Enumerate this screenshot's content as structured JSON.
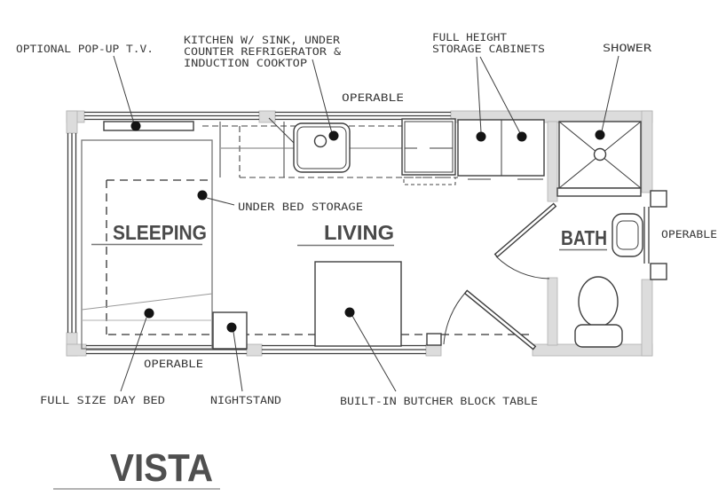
{
  "title": {
    "text": "VISTA"
  },
  "rooms": {
    "sleeping": "SLEEPING",
    "living": "LIVING",
    "bath": "BATH"
  },
  "annotations": {
    "tv": "OPTIONAL POP-UP T.V.",
    "kitchen_line1": "KITCHEN W/ SINK, UNDER",
    "kitchen_line2": "COUNTER REFRIGERATOR &",
    "kitchen_line3": "INDUCTION COOKTOP",
    "operable_top": "OPERABLE",
    "storage_line1": "FULL HEIGHT",
    "storage_line2": "STORAGE CABINETS",
    "shower": "SHOWER",
    "under_bed": "UNDER BED STORAGE",
    "operable_right": "OPERABLE",
    "operable_bottom": "OPERABLE",
    "day_bed": "FULL SIZE DAY BED",
    "nightstand": "NIGHTSTAND",
    "table": "BUILT-IN BUTCHER BLOCK TABLE"
  },
  "colors": {
    "wall_fill": "#dcdcdc",
    "wall_edge": "#b0b0b0",
    "line": "#3f3f3f",
    "annotation_text": "#3a3a3a",
    "room_label": "#4a4a4a",
    "title_text": "#4f4f4f",
    "keynote_dot": "#141414"
  }
}
